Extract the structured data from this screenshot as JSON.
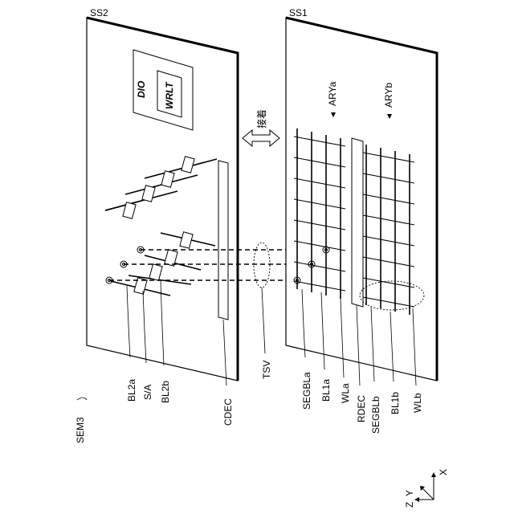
{
  "figure": {
    "substrate_ss2": "SS2",
    "substrate_ss1": "SS1",
    "dio": "DIO",
    "wrlt": "WRLT",
    "connection": "接着",
    "array_a": "ARYa",
    "array_b": "ARYb",
    "tsv": "TSV",
    "sem": "SEM3",
    "labels_ss2": [
      "BL2a",
      "S/A",
      "BL2b",
      "CDEC"
    ],
    "labels_ss1": [
      "SEGBLa",
      "BL1a",
      "WLa",
      "RDEC",
      "SEGBLb",
      "BL1b",
      "WLb"
    ],
    "axis_x": "X",
    "axis_y": "Y",
    "axis_z": "Z"
  }
}
